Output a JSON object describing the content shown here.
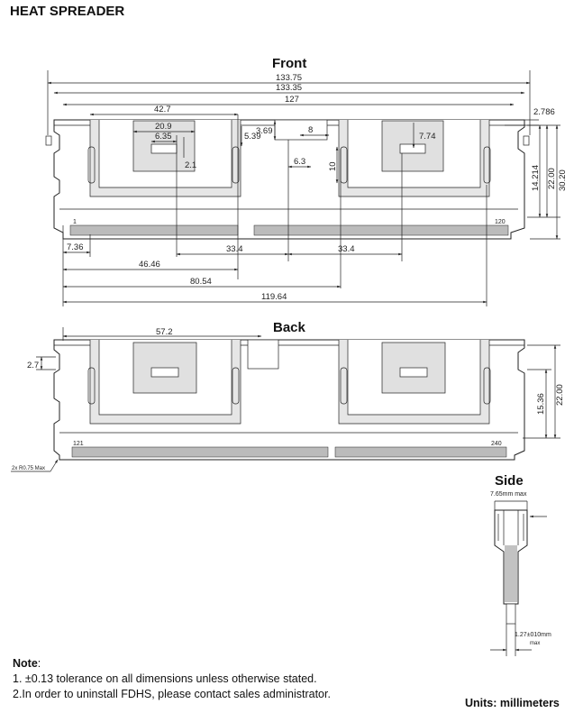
{
  "title": "HEAT SPREADER",
  "views": {
    "front": "Front",
    "back": "Back",
    "side": "Side"
  },
  "front_dims": {
    "d133_75": "133.75",
    "d133_35": "133.35",
    "d127": "127",
    "d42_7": "42.7",
    "d20_9": "20.9",
    "d6_35": "6.35",
    "d2_1": "2.1",
    "d5_39": "5.39",
    "d3_69": "3.69",
    "d8": "8",
    "d6_3": "6.3",
    "d10": "10",
    "d7_74": "7.74",
    "d2_786": "2.786",
    "d14_214": "14.214",
    "d22_00": "22.00",
    "d30_20": "30.20",
    "pin1": "1",
    "pin120": "120",
    "d7_36": "7.36",
    "d33_4a": "33.4",
    "d33_4b": "33.4",
    "d46_46": "46.46",
    "d80_54": "80.54",
    "d119_64": "119.64"
  },
  "back_dims": {
    "d57_2": "57.2",
    "d2_7": "2.7",
    "d22_00": "22.00",
    "d15_36": "15.36",
    "pin121": "121",
    "pin240": "240",
    "radius": "2x R0.75 Max"
  },
  "side_dims": {
    "max_thickness": "7.65mm max",
    "pcb_thickness": "1.27±010mm",
    "max": "max"
  },
  "notes": {
    "heading": "Note",
    "colon": ":",
    "line1": "1. ±0.13 tolerance on all dimensions unless otherwise stated.",
    "line2": "2.In order to uninstall FDHS, please contact sales administrator."
  },
  "units": "Units: millimeters"
}
